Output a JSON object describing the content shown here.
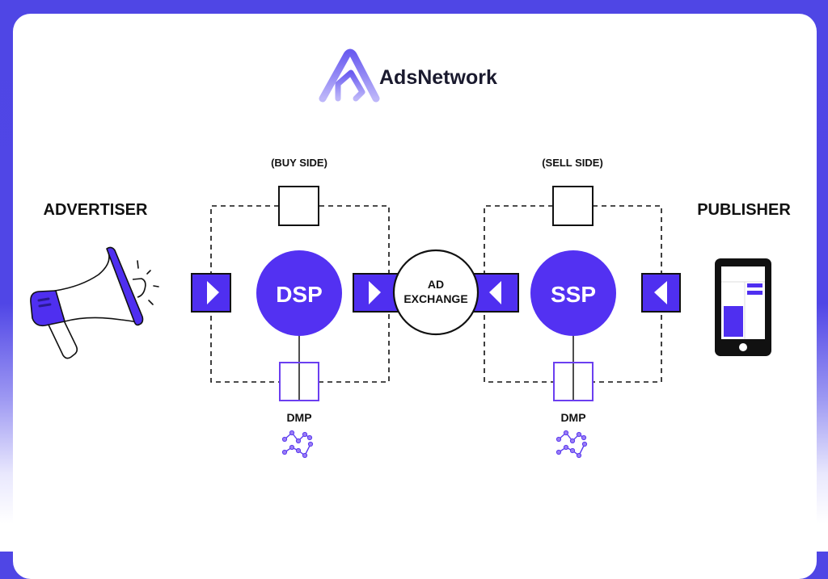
{
  "brand": {
    "name": "AdsNetwork",
    "logo_icon": "stylized-a-logo-icon",
    "colors": {
      "primary": "#4f35f0",
      "logo_gradient_top": "#6a5cf0",
      "logo_gradient_bottom": "#b7b0f8",
      "text_dark": "#1a1a2e"
    }
  },
  "background": {
    "color": "#4f46e5"
  },
  "diagram": {
    "advertiser": {
      "label": "ADVERTISER",
      "icon": "megaphone-icon"
    },
    "publisher": {
      "label": "PUBLISHER",
      "icon": "smartphone-icon"
    },
    "buy_side": {
      "label": "(BUY SIDE)",
      "platform": "DSP",
      "data_platform": "DMP",
      "data_icon": "data-points-icon",
      "input_arrow": "play-right-icon",
      "output_arrow": "play-right-icon"
    },
    "exchange": {
      "line1": "AD",
      "line2": "EXCHANGE"
    },
    "sell_side": {
      "label": "(SELL SIDE)",
      "platform": "SSP",
      "data_platform": "DMP",
      "data_icon": "data-points-icon",
      "input_arrow": "play-left-icon",
      "output_arrow": "play-left-icon"
    }
  }
}
